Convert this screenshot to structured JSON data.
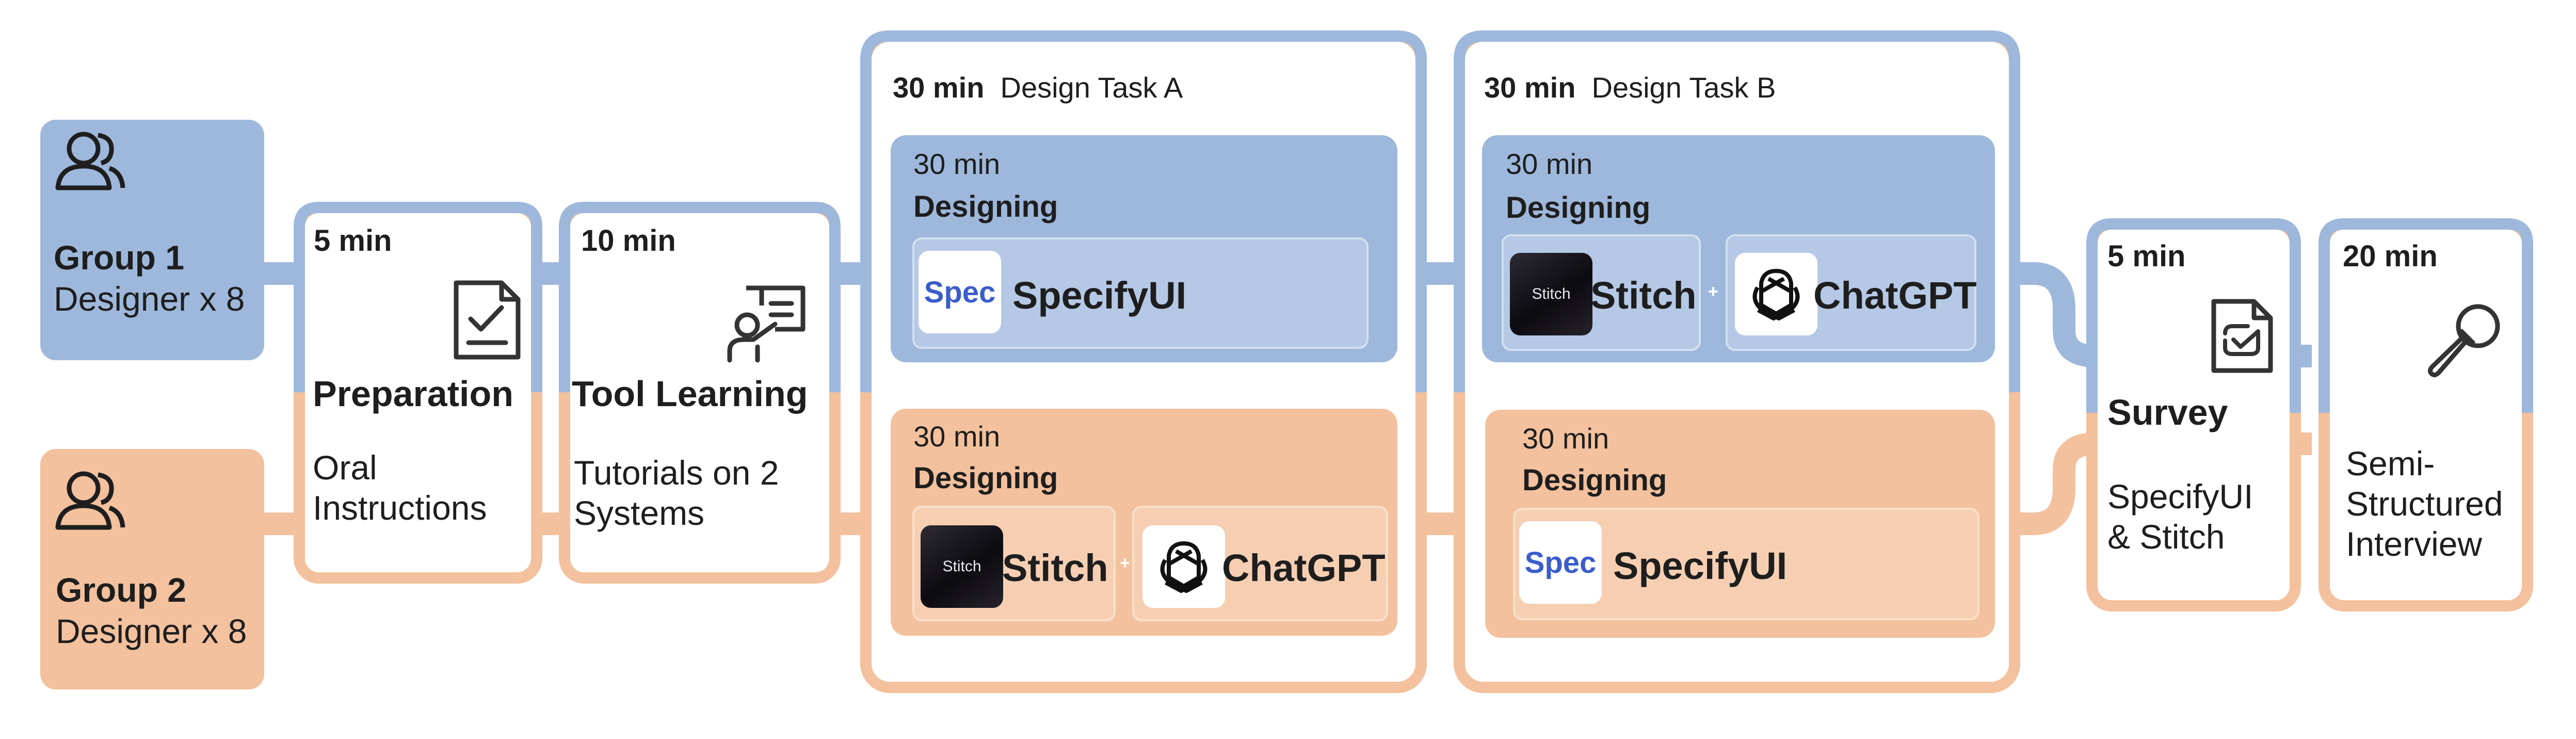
{
  "colors": {
    "blue": "#9eb8dc",
    "blue_light": "#b5c9e6",
    "orange": "#f3c19d",
    "orange_light": "#f6cfb3",
    "text": "#1e1e1e"
  },
  "groups": [
    {
      "title": "Group 1",
      "subtitle": "Designer x 8",
      "icon": "users-icon"
    },
    {
      "title": "Group 2",
      "subtitle": "Designer x 8",
      "icon": "users-icon"
    }
  ],
  "steps": {
    "preparation": {
      "duration": "5 min",
      "title": "Preparation",
      "body": "Oral Instructions",
      "icon": "checklist-icon"
    },
    "tool_learning": {
      "duration": "10 min",
      "title": "Tool Learning",
      "body": "Tutorials on 2 Systems",
      "icon": "presenter-icon"
    },
    "survey": {
      "duration": "5 min",
      "title": "Survey",
      "body": "SpecifyUI & Stitch",
      "icon": "survey-document-icon"
    },
    "interview": {
      "duration": "20 min",
      "body": "Semi-Structured Interview",
      "icon": "microphone-icon"
    }
  },
  "tasks": {
    "a": {
      "duration": "30 min",
      "title": "Design Task A",
      "group1": {
        "duration": "30 min",
        "label": "Designing",
        "tools": [
          {
            "logo": "Spec",
            "name": "SpecifyUI"
          }
        ]
      },
      "group2": {
        "duration": "30 min",
        "label": "Designing",
        "tools": [
          {
            "logo": "Stitch",
            "name": "Stitch"
          },
          {
            "name": "ChatGPT"
          }
        ],
        "joiner": "+"
      }
    },
    "b": {
      "duration": "30 min",
      "title": "Design Task B",
      "group1": {
        "duration": "30 min",
        "label": "Designing",
        "tools": [
          {
            "logo": "Stitch",
            "name": "Stitch"
          },
          {
            "name": "ChatGPT"
          }
        ],
        "joiner": "+"
      },
      "group2": {
        "duration": "30 min",
        "label": "Designing",
        "tools": [
          {
            "logo": "Spec",
            "name": "SpecifyUI"
          }
        ]
      }
    }
  }
}
